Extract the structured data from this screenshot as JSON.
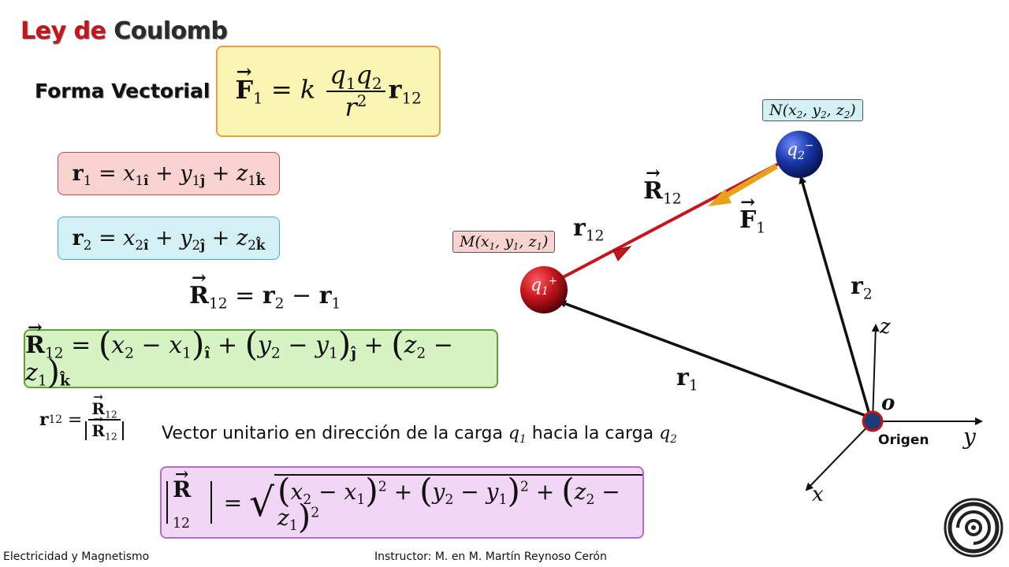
{
  "slide": {
    "title_part1": "Ley de",
    "title_part2": "Coulomb",
    "forma_label": "Forma Vectorial",
    "unit_vector_description": "Vector unitario en dirección de la carga",
    "unit_vector_q1": "q",
    "unit_vector_mid": "hacia la carga",
    "unit_vector_q2": "q"
  },
  "diagram": {
    "label_N": "N(x",
    "label_M": "M(x",
    "charge_q2": "q",
    "charge_q1": "q",
    "label_R12": "R",
    "label_r12": "r",
    "label_F1": "F",
    "label_r2": "r",
    "label_r1": "r",
    "axis_z": "z",
    "axis_y": "y",
    "axis_x": "x",
    "origin_o": "o",
    "origin_label": "Origen"
  },
  "footer": {
    "left": "Electricidad y Magnetismo",
    "center": "Instructor: M. en M. Martín Reynoso Cerón"
  },
  "colors": {
    "yellow_box": "#fbf5b4",
    "red_box": "#f9d3d0",
    "cyan_box": "#d3f1f5",
    "green_box": "#d6f3c4",
    "purple_box": "#f1d7f5",
    "r12_arrow": "#c4161c",
    "f1_arrow": "#e7a21b",
    "q1_charge": "#b0101a",
    "q2_charge": "#1837a8"
  }
}
